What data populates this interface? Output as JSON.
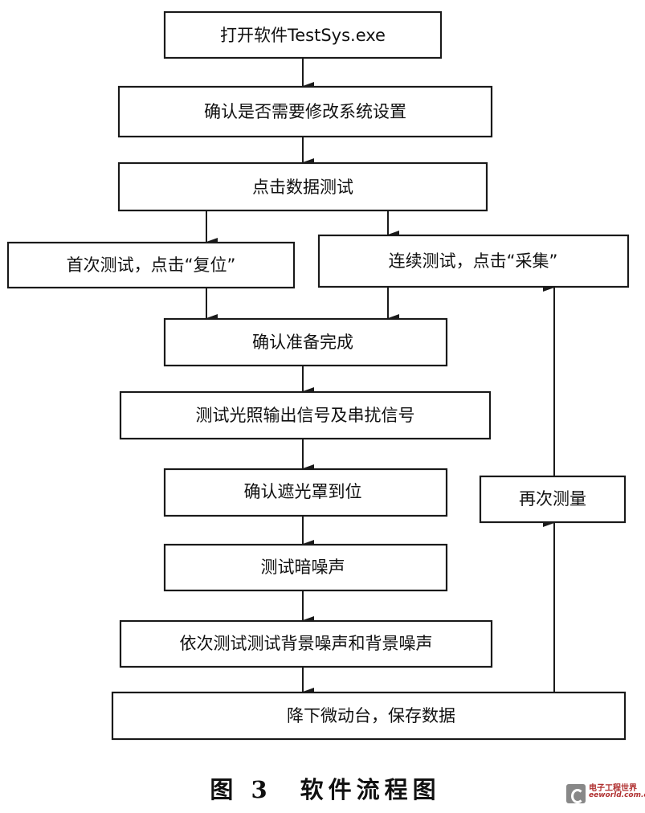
{
  "nodes": {
    "open_software": "打开软件TestSys.exe",
    "confirm_settings": "确认是否需要修改系统设置",
    "click_data_test": "点击数据测试",
    "first_test": "首次测试，点击“复位”",
    "continuous_test": "连续测试，点击“采集”",
    "confirm_ready": "确认准备完成",
    "test_light_signal": "测试光照输出信号及串扰信号",
    "confirm_shade": "确认遮光罩到位",
    "test_dark_noise": "测试暗噪声",
    "test_background_noise": "依次测试测试背景噪声和背景噪声",
    "lower_stage_save": "降下微动台，保存数据",
    "measure_again": "再次测量"
  },
  "caption": "图 3　软件流程图",
  "watermark": {
    "cn": "电子工程世界",
    "en": "eeworld.com.cn"
  }
}
